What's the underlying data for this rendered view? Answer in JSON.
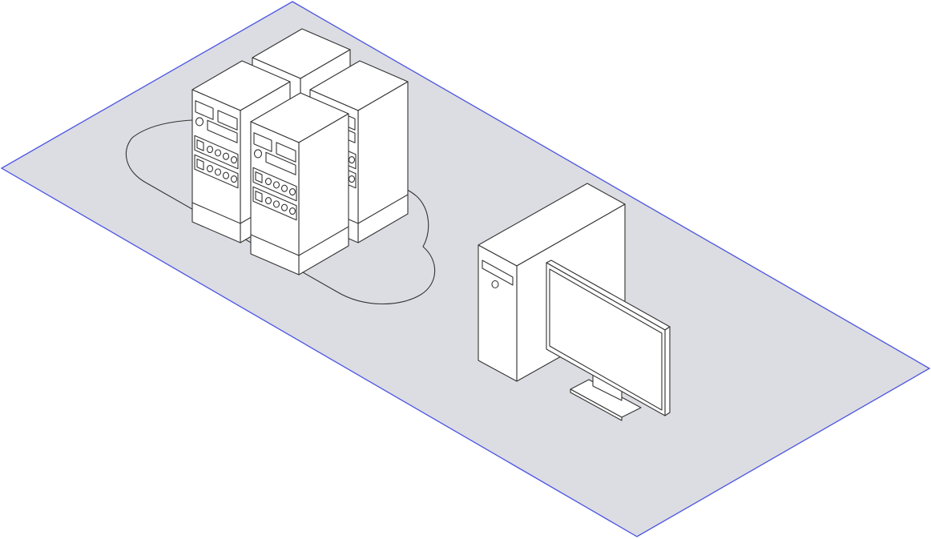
{
  "colors": {
    "platform_fill": "#dcdce3",
    "platform_border": "#4a55e0",
    "outline": "#333333",
    "face_front": "#ffffff",
    "face_side": "#ffffff",
    "face_top": "#ffffff"
  },
  "scene": {
    "elements": [
      {
        "kind": "platform",
        "name": "isometric-platform"
      },
      {
        "kind": "cloud",
        "name": "cloud-outline-icon"
      },
      {
        "kind": "server-rack",
        "name": "server-rack-back"
      },
      {
        "kind": "server-rack",
        "name": "server-rack-left"
      },
      {
        "kind": "server-rack",
        "name": "server-rack-right"
      },
      {
        "kind": "server-rack",
        "name": "server-rack-front"
      },
      {
        "kind": "desktop-tower",
        "name": "desktop-tower-icon"
      },
      {
        "kind": "monitor",
        "name": "monitor-icon"
      }
    ]
  }
}
